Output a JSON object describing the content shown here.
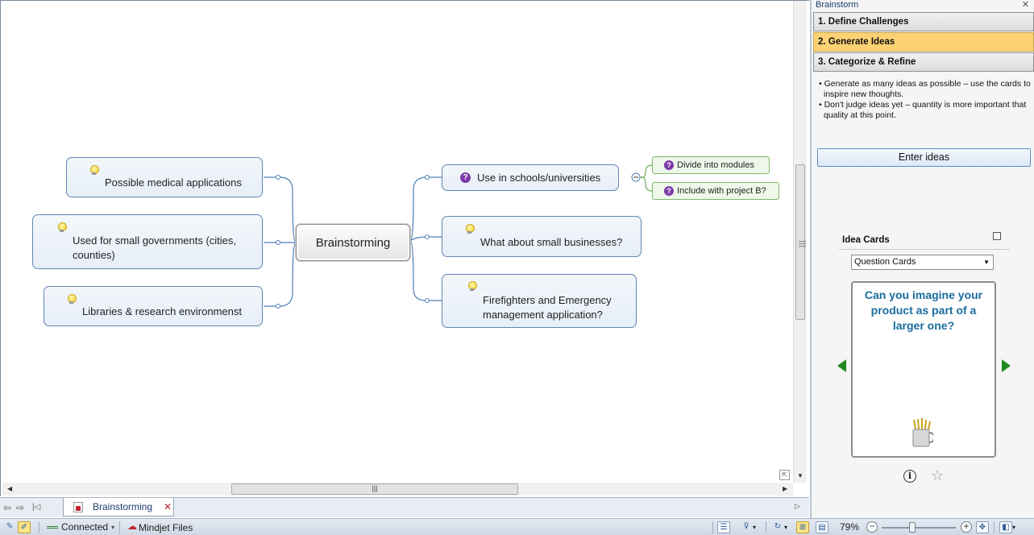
{
  "map": {
    "central": "Brainstorming",
    "left_topics": [
      "Possible medical applications",
      "Used for small governments (cities,\ncounties)",
      "Libraries & research environmenst"
    ],
    "right_topics": [
      "Use in schools/universities",
      "What about small businesses?",
      "Firefighters and Emergency\nmanagement application?"
    ],
    "subtopics": [
      "Divide into modules",
      "Include with project B?"
    ],
    "question_mark": "?",
    "collapse_symbol": "−"
  },
  "tabs": {
    "document": "Brainstorming",
    "close": "✕"
  },
  "status": {
    "connection": "Connected",
    "files": "Mindjet Files",
    "zoom": "79%"
  },
  "pane": {
    "title": "Brainstorm",
    "close": "✕",
    "steps": [
      "1. Define Challenges",
      "2. Generate Ideas",
      "3. Categorize & Refine"
    ],
    "active_step": 1,
    "guidance": [
      "• Generate as many ideas as possible – use the cards to inspire new thoughts.",
      "• Don't judge ideas yet – quantity is more important that quality at this point."
    ],
    "enter_button": "Enter ideas",
    "idea_cards_title": "Idea Cards",
    "card_type": "Question Cards",
    "card_text": "Can you imagine your product as part of a larger one?"
  },
  "colors": {
    "active_step": "#fcd275",
    "topic_border": "#5f86b3",
    "subtopic_bg": "#eef7ea",
    "card_text": "#1a6c9e",
    "nav_arrow": "#1f8a1f"
  },
  "icons": [
    "lightbulb-icon",
    "question-icon",
    "info-icon",
    "star-icon",
    "mug-icon"
  ]
}
